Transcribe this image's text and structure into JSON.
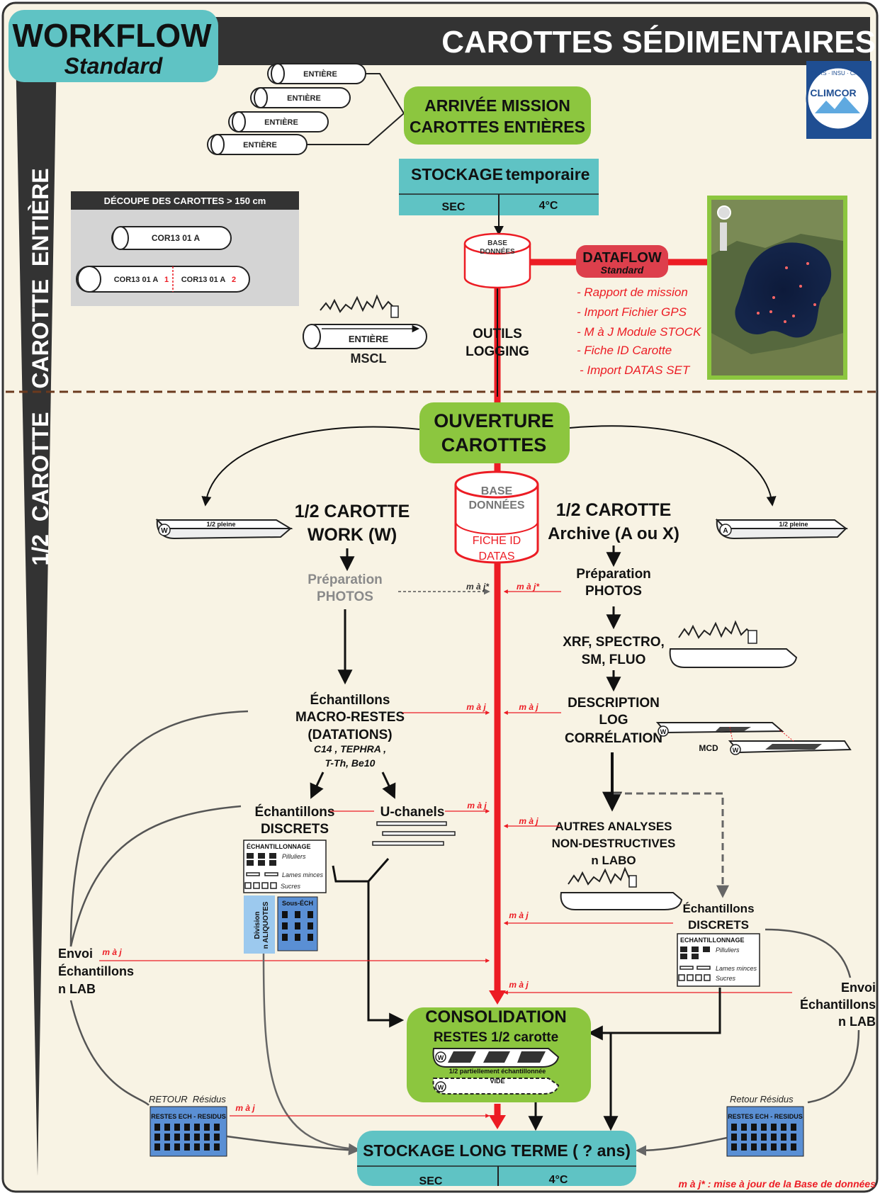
{
  "header": {
    "workflow_title": "WORKFLOW",
    "workflow_subtitle": "Standard",
    "main_title": "CAROTTES SÉDIMENTAIRES",
    "logo_text": "CLIMCOR",
    "logo_arc": "CNRS · INSU · CAEN"
  },
  "side_labels": {
    "top": "CAROTTE  ENTIÈRE",
    "bottom": "1/2  CAROTTE"
  },
  "arrival": {
    "cores": [
      "ENTIÈRE",
      "ENTIÈRE",
      "ENTIÈRE",
      "ENTIÈRE"
    ],
    "title_line1": "ARRIVÉE MISSION",
    "title_line2": "CAROTTES ENTIÈRES"
  },
  "stockage_temp": {
    "title": "STOCKAGE",
    "title2": "temporaire",
    "left": "SEC",
    "right": "4°C"
  },
  "decoupe": {
    "title": "DÉCOUPE DES CAROTTES > 150 cm",
    "core_a": "COR13 01 A",
    "core_a1": "COR13 01 A",
    "core_a1_num": "1",
    "core_a2": "COR13 01 A",
    "core_a2_num": "2"
  },
  "mscl": {
    "core": "ENTIÈRE",
    "label": "MSCL"
  },
  "db_small": {
    "line1": "BASE",
    "line2": "DONNÉES"
  },
  "dataflow": {
    "title": "DATAFLOW",
    "subtitle": "Standard",
    "items": [
      "- Rapport de mission",
      "- Import Fichier GPS",
      "- M à J Module STOCK",
      "- Fiche ID Carotte",
      "- Import DATAS SET"
    ]
  },
  "outils": {
    "line1": "OUTILS",
    "line2": "LOGGING"
  },
  "ouverture": {
    "line1": "OUVERTURE",
    "line2": "CAROTTES"
  },
  "db_large": {
    "line1": "BASE",
    "line2": "DONNÉES",
    "line3": "FICHE ID",
    "line4": "DATAS"
  },
  "half_work": {
    "tray_letter": "W",
    "tray_label": "1/2 pleine",
    "title1": "1/2 CAROTTE",
    "title2": "WORK  (W)",
    "prep1": "Préparation",
    "prep2": "PHOTOS"
  },
  "half_archive": {
    "tray_letter": "A",
    "tray_label": "1/2 pleine",
    "title1": "1/2 CAROTTE",
    "title2": "Archive (A ou X)",
    "prep1": "Préparation",
    "prep2": "PHOTOS"
  },
  "maj_labels": {
    "star_left": "m à j*",
    "star_right": "m à j*",
    "maj": "m à j"
  },
  "xrf": {
    "line1": "XRF, SPECTRO,",
    "line2": "SM, FLUO"
  },
  "description": {
    "line1": "DESCRIPTION",
    "line2": "LOG",
    "line3": "CORRÉLATION",
    "mcd": "MCD",
    "w1": "W",
    "w2": "W"
  },
  "macro": {
    "line1": "Échantillons",
    "line2": "MACRO-RESTES",
    "line3": "(DATATIONS)",
    "line4": "C14 , TEPHRA ,",
    "line5": "T-Th, Be10"
  },
  "discrets_left": {
    "line1": "Échantillons",
    "line2": "DISCRETS",
    "box_title": "ÉCHANTILLONNAGE",
    "piluliers": "Pilluliers",
    "lames": "Lames minces",
    "sucres": "Sucres",
    "division1": "Division",
    "division2": "n ALIQUOTES",
    "sous_ech": "Sous-ÉCH"
  },
  "uchanels": {
    "label": "U-chanels"
  },
  "autres": {
    "line1": "AUTRES ANALYSES",
    "line2": "NON-DESTRUCTIVES",
    "line3": "n LABO"
  },
  "discrets_right": {
    "line1": "Échantillons",
    "line2": "DISCRETS",
    "box_title": "ECHANTILLONNAGE",
    "piluliers": "Pilluliers",
    "lames": "Lames minces",
    "sucres": "Sucres"
  },
  "envoi_left": {
    "line1": "Envoi",
    "line2": "Échantillons",
    "line3": "n LAB"
  },
  "envoi_right": {
    "line1": "Envoi",
    "line2": "Échantillons",
    "line3": "n LAB"
  },
  "consolidation": {
    "title": "CONSOLIDATION",
    "subtitle": "RESTES 1/2 carotte",
    "tray1": "1/2 partiellement échantillonnée",
    "tray2": "VIDE",
    "w": "W"
  },
  "retour_left": {
    "title": "RETOUR  Résidus",
    "box": "RESTES ECH - RESIDUS"
  },
  "retour_right": {
    "title": "Retour Résidus",
    "box": "RESTES ECH - RESIDUS"
  },
  "stockage_long": {
    "title": "STOCKAGE LONG TERME ( ? ans)",
    "left": "SEC",
    "right": "4°C"
  },
  "footnote": "m à j* :  mise à jour de la Base de données",
  "colors": {
    "background": "#f8f3e4",
    "dark": "#333333",
    "teal": "#5fc3c4",
    "green": "#8cc63f",
    "red": "#ec1c24",
    "gray_box": "#d4d4d4",
    "blue_box": "#5a8fd4",
    "light_blue": "#9cc9ee"
  }
}
